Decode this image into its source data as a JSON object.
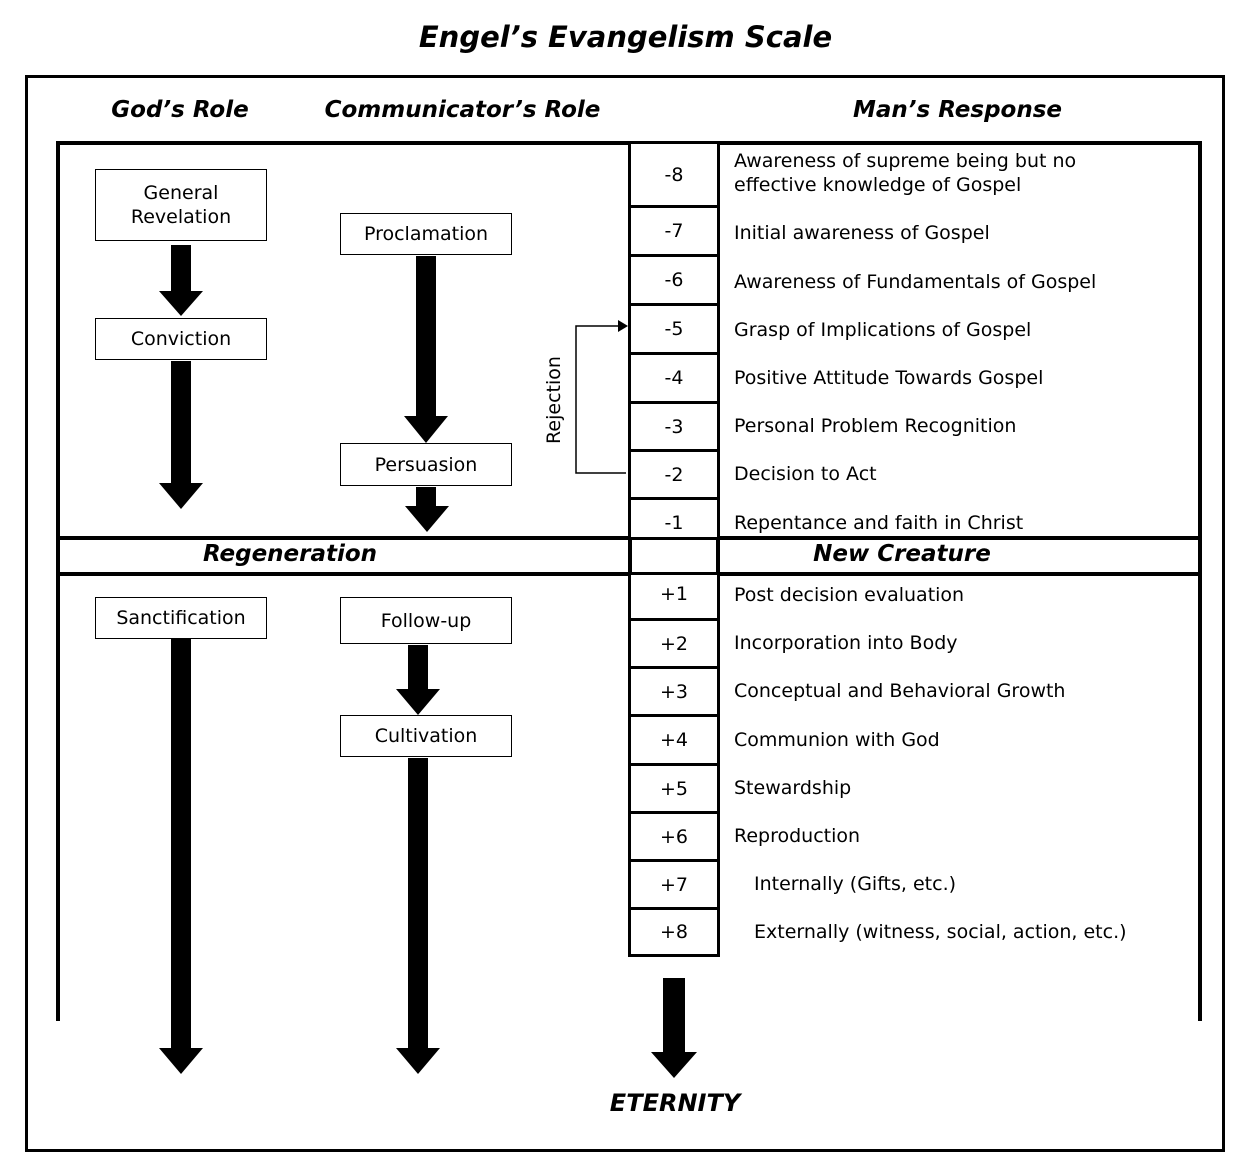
{
  "title": "Engel’s Evangelism Scale",
  "headings": {
    "gods_role": "God’s Role",
    "communicators_role": "Communicator’s Role",
    "mans_response": "Man’s Response"
  },
  "gods_role": {
    "general_revelation": "General Revelation",
    "conviction": "Conviction",
    "sanctification": "Sanctification"
  },
  "communicators_role": {
    "proclamation": "Proclamation",
    "persuasion": "Persuasion",
    "follow_up": "Follow-up",
    "cultivation": "Cultivation"
  },
  "rejection_label": "Rejection",
  "bands": {
    "regeneration": "Regeneration",
    "new_creature": "New Creature"
  },
  "scale_before": [
    {
      "value": "-8",
      "text": "Awareness of supreme being but no effective knowledge of Gospel"
    },
    {
      "value": "-7",
      "text": "Initial awareness of Gospel"
    },
    {
      "value": "-6",
      "text": "Awareness of Fundamentals of Gospel"
    },
    {
      "value": "-5",
      "text": "Grasp of Implications of Gospel"
    },
    {
      "value": "-4",
      "text": "Positive Attitude Towards Gospel"
    },
    {
      "value": "-3",
      "text": "Personal Problem Recognition"
    },
    {
      "value": "-2",
      "text": "Decision to Act"
    },
    {
      "value": "-1",
      "text": "Repentance and faith in Christ"
    }
  ],
  "scale_after": [
    {
      "value": "+1",
      "text": "Post decision evaluation"
    },
    {
      "value": "+2",
      "text": "Incorporation into Body"
    },
    {
      "value": "+3",
      "text": "Conceptual and Behavioral Growth"
    },
    {
      "value": "+4",
      "text": "Communion with God"
    },
    {
      "value": "+5",
      "text": "Stewardship"
    },
    {
      "value": "+6",
      "text": "Reproduction"
    },
    {
      "value": "+7",
      "text": "Internally (Gifts, etc.)"
    },
    {
      "value": "+8",
      "text": "Externally (witness, social, action, etc.)"
    }
  ],
  "eternity": "ETERNITY"
}
